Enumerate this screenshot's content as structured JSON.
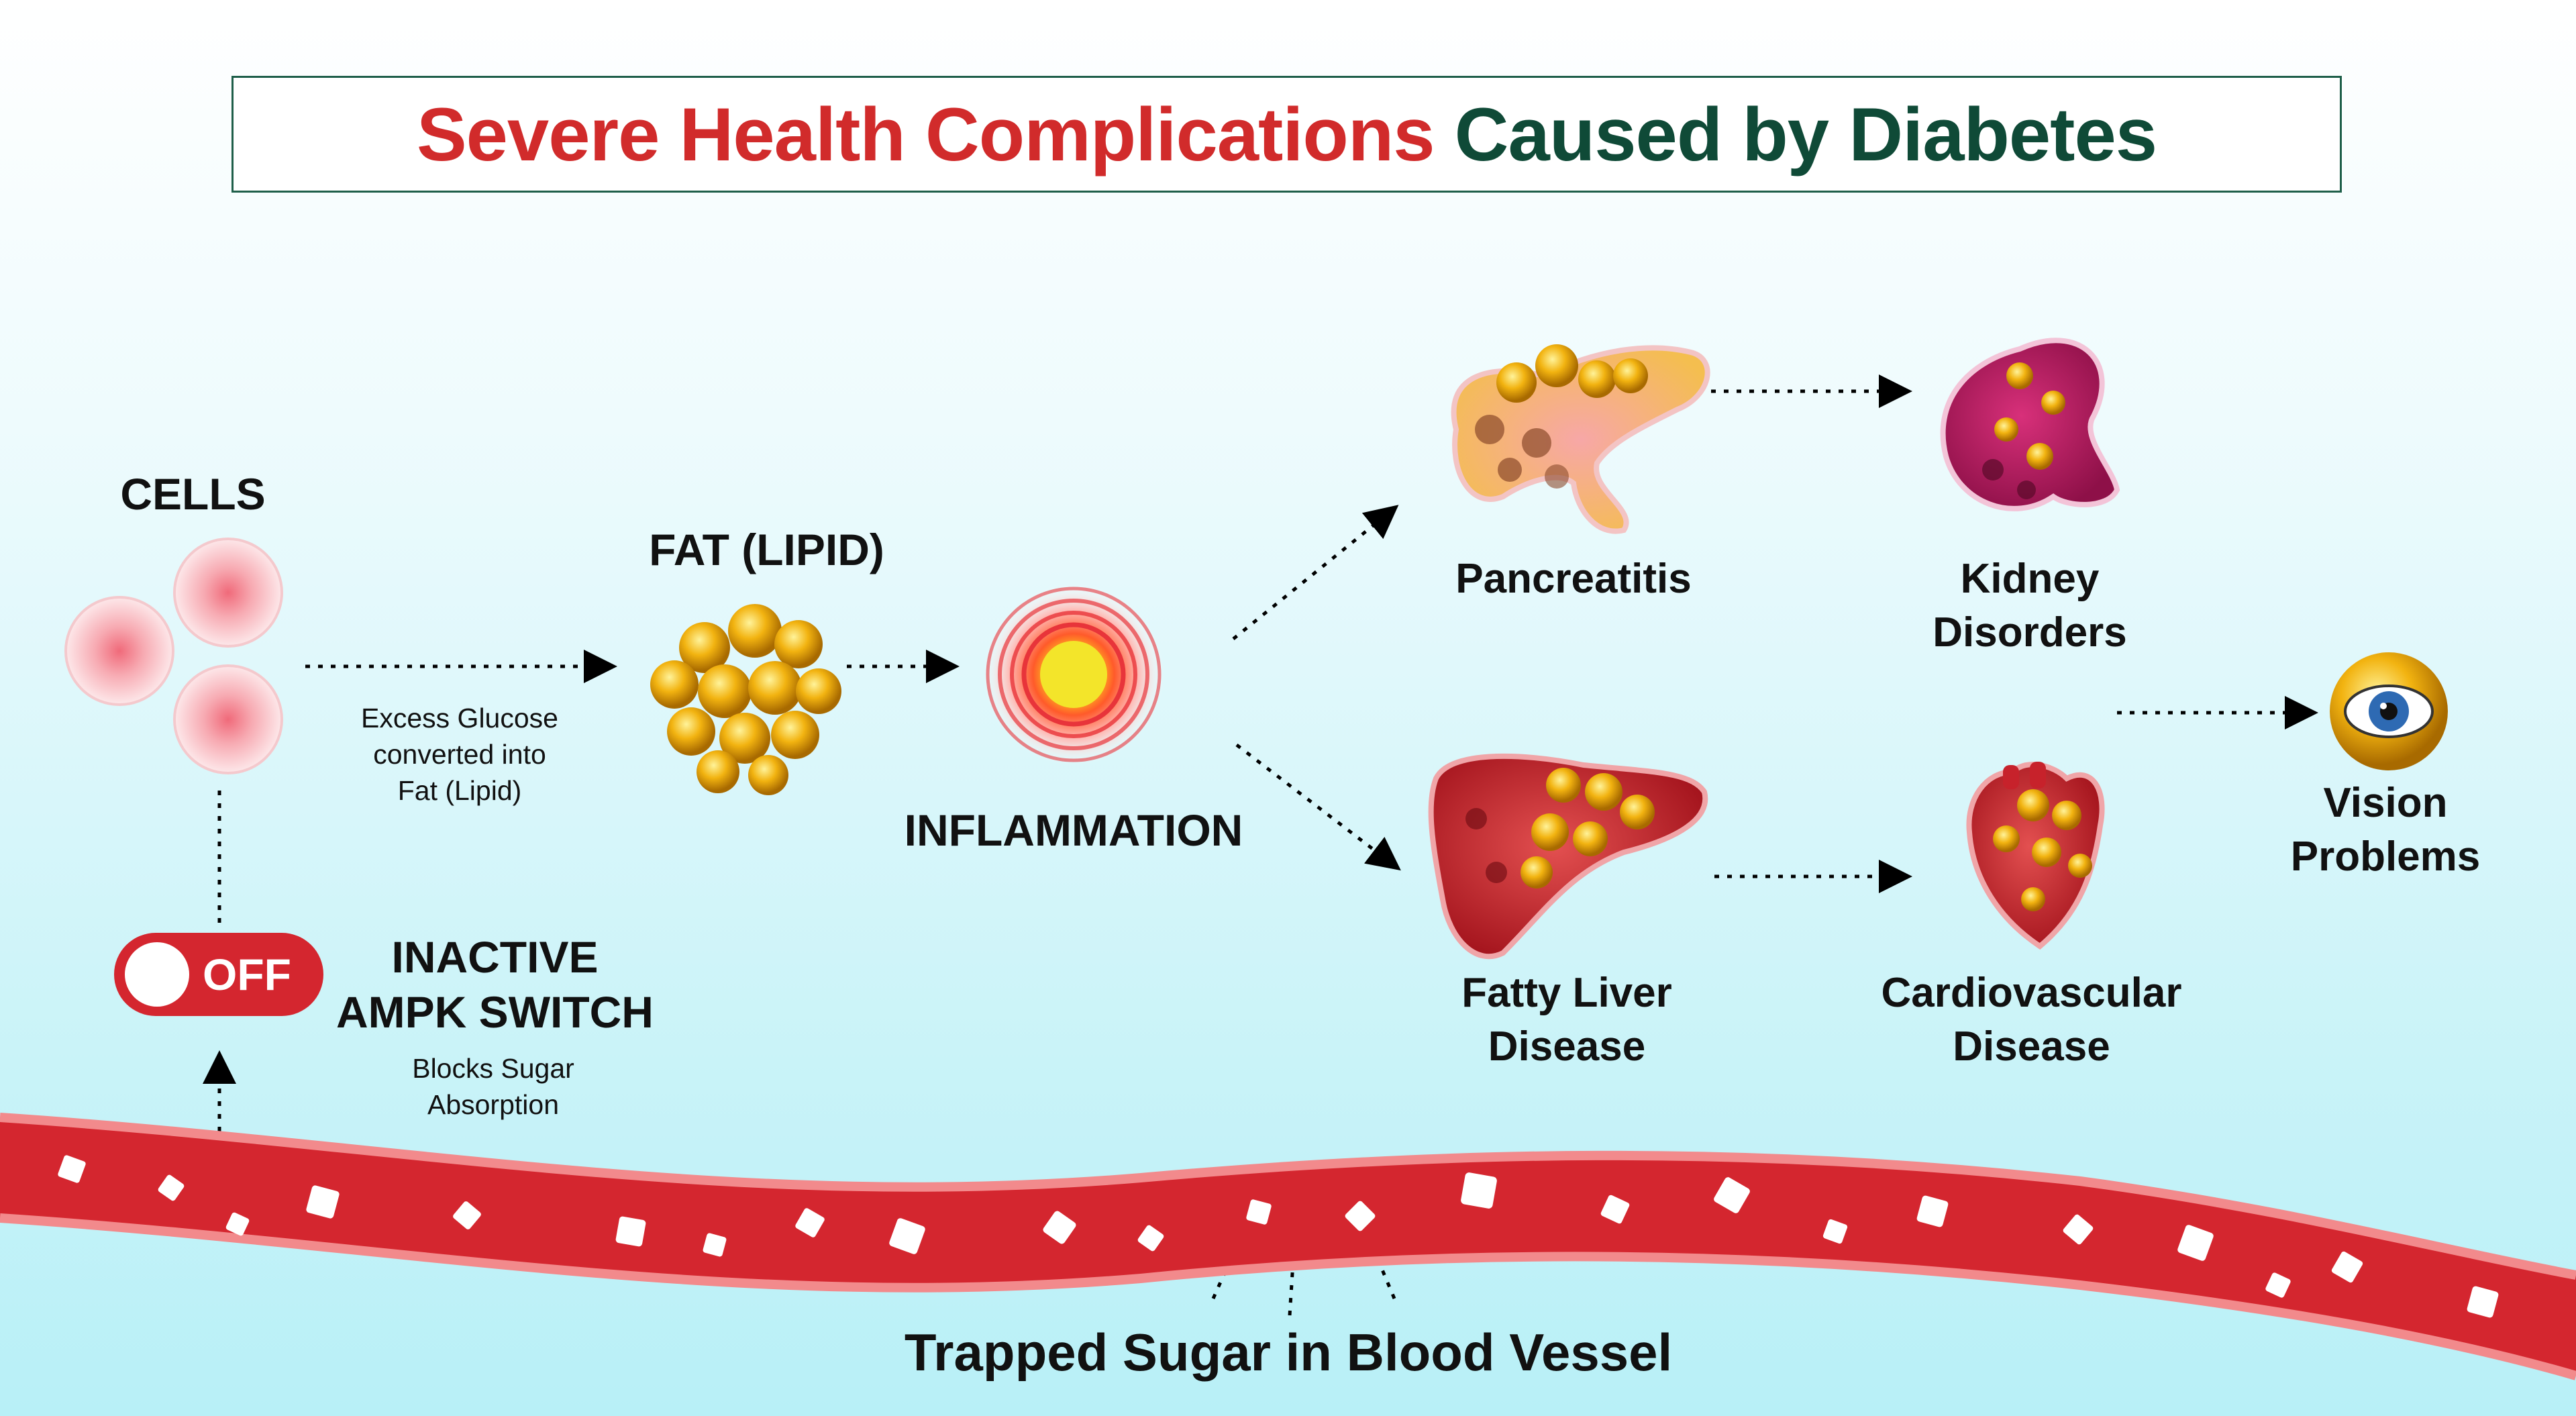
{
  "title": {
    "part1": "Severe Health Complications",
    "part2": "Caused by Diabetes"
  },
  "cells": {
    "label": "CELLS"
  },
  "fat": {
    "label": "FAT (LIPID)",
    "caption": "Excess Glucose\nconverted into\nFat (Lipid)"
  },
  "inflammation": {
    "label": "INFLAMMATION"
  },
  "ampk": {
    "toggle_label": "OFF",
    "label": "INACTIVE\nAMPK SWITCH",
    "caption": "Blocks Sugar\nAbsorption"
  },
  "complications": {
    "pancreatitis": "Pancreatitis",
    "kidney": "Kidney\nDisorders",
    "vision": "Vision\nProblems",
    "liver": "Fatty Liver\nDisease",
    "heart": "Cardiovascular\nDisease"
  },
  "blood_vessel": {
    "label": "Trapped Sugar in Blood Vessel"
  },
  "colors": {
    "title_red": "#d12b2b",
    "title_green": "#0f4a37",
    "vessel_red": "#d4262f",
    "toggle_red": "#d4262f"
  }
}
